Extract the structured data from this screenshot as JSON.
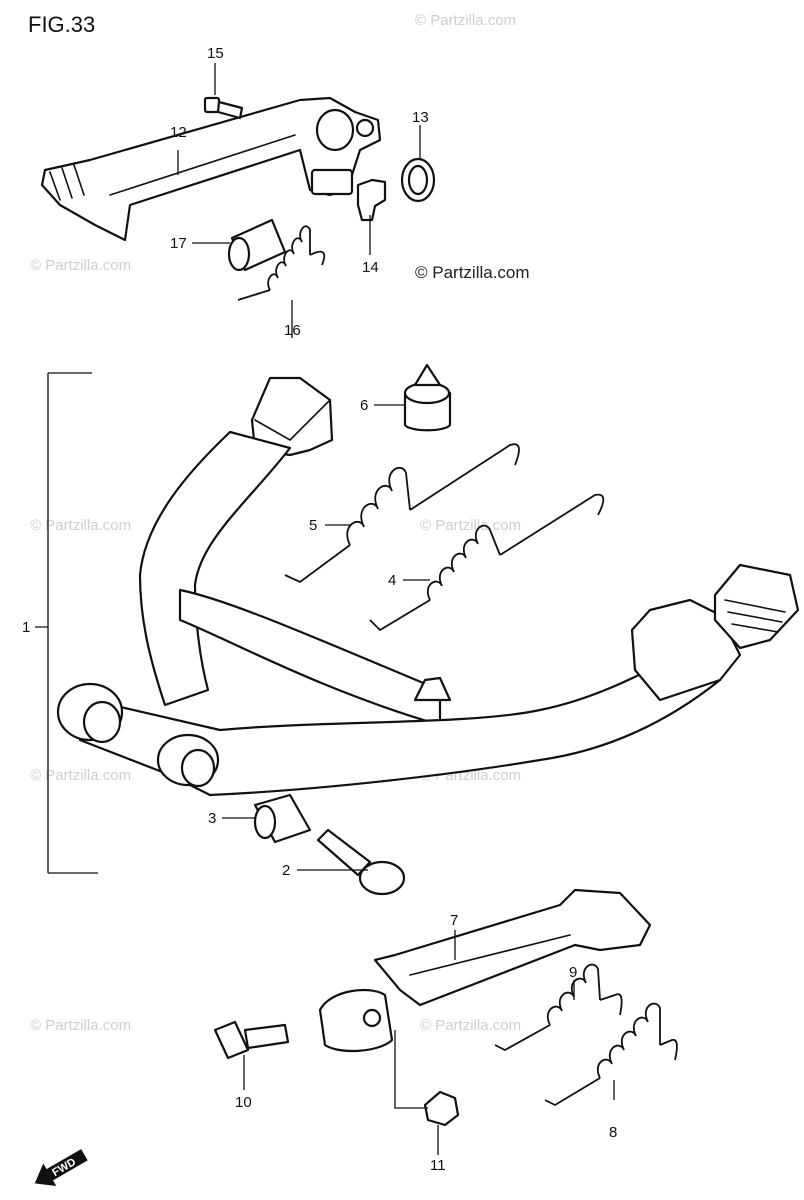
{
  "figure": {
    "title": "FIG.33"
  },
  "watermark": {
    "text": "© Partzilla.com",
    "main_text": "© Partzilla.com"
  },
  "callouts": {
    "c1": "1",
    "c2": "2",
    "c3": "3",
    "c4": "4",
    "c5": "5",
    "c6": "6",
    "c7": "7",
    "c8": "8",
    "c9": "9",
    "c10": "10",
    "c11": "11",
    "c12": "12",
    "c13": "13",
    "c14": "14",
    "c15": "15",
    "c16": "16",
    "c17": "17"
  },
  "direction": {
    "label": "FWD"
  }
}
